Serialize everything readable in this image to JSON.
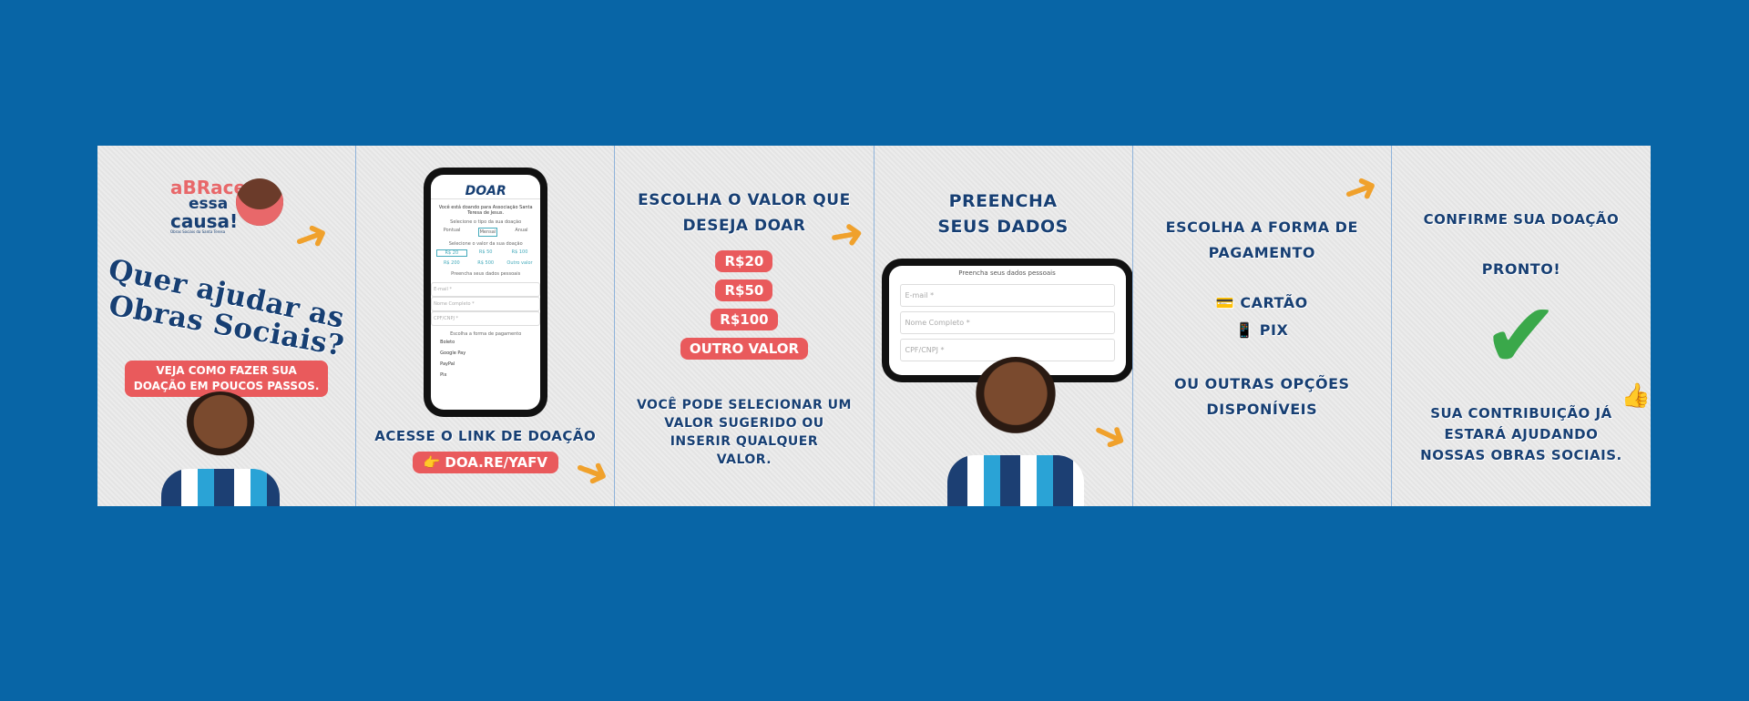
{
  "panel1": {
    "logo": {
      "line1": "aBRace",
      "line2": "essa",
      "line3": "causa!",
      "subtitle": "Obras Sociais da Santa Teresa"
    },
    "headline_line1": "Quer ajudar as",
    "headline_line2": "Obras Sociais?",
    "sub_line1": "VEJA COMO FAZER SUA",
    "sub_line2": "DOAÇÃO EM POUCOS PASSOS."
  },
  "panel2": {
    "phone": {
      "brand": "DOAR",
      "intro": "Você está doando para Associação Santa Teresa de Jesus.",
      "type_label": "Selecione o tipo da sua doação",
      "types": [
        "Pontual",
        "Mensal",
        "Anual"
      ],
      "value_label": "Selecione o valor da sua doação",
      "values": [
        "R$ 20",
        "R$ 50",
        "R$ 100",
        "R$ 200",
        "R$ 500",
        "Outro valor"
      ],
      "data_label": "Preencha seus dados pessoais",
      "fields": [
        "E-mail *",
        "Nome Completo *",
        "CPF/CNPJ *"
      ],
      "pay_label": "Escolha a forma de pagamento",
      "methods": [
        "Boleto",
        "Google Pay",
        "PayPal",
        "Pix"
      ]
    },
    "title": "ACESSE O LINK DE DOAÇÃO",
    "link": "DOA.RE/YAFV"
  },
  "panel3": {
    "title_line1": "ESCOLHA O VALOR QUE",
    "title_line2": "DESEJA DOAR",
    "options": [
      "R$20",
      "R$50",
      "R$100",
      "OUTRO VALOR"
    ],
    "note_line1": "VOCÊ PODE SELECIONAR UM",
    "note_line2": "VALOR SUGERIDO OU",
    "note_line3": "INSERIR QUALQUER",
    "note_line4": "VALOR."
  },
  "panel4": {
    "title_line1": "PREENCHA",
    "title_line2": "SEUS DADOS",
    "form_label": "Preencha seus dados pessoais",
    "fields": [
      "E-mail *",
      "Nome Completo *",
      "CPF/CNPJ *"
    ]
  },
  "panel5": {
    "title_line1": "ESCOLHA A FORMA DE",
    "title_line2": "PAGAMENTO",
    "method1": "CARTÃO",
    "method2": "PIX",
    "other_line1": "OU OUTRAS OPÇÕES",
    "other_line2": "DISPONÍVEIS"
  },
  "panel6": {
    "title": "CONFIRME SUA DOAÇÃO",
    "done": "PRONTO!",
    "msg_line1": "SUA CONTRIBUIÇÃO JÁ",
    "msg_line2": "ESTARÁ AJUDANDO",
    "msg_line3": "NOSSAS OBRAS SOCIAIS."
  },
  "colors": {
    "background": "#0865a6",
    "navy": "#173f73",
    "red": "#e95a5c",
    "orange": "#f0a12c",
    "green": "#3aa84a"
  }
}
